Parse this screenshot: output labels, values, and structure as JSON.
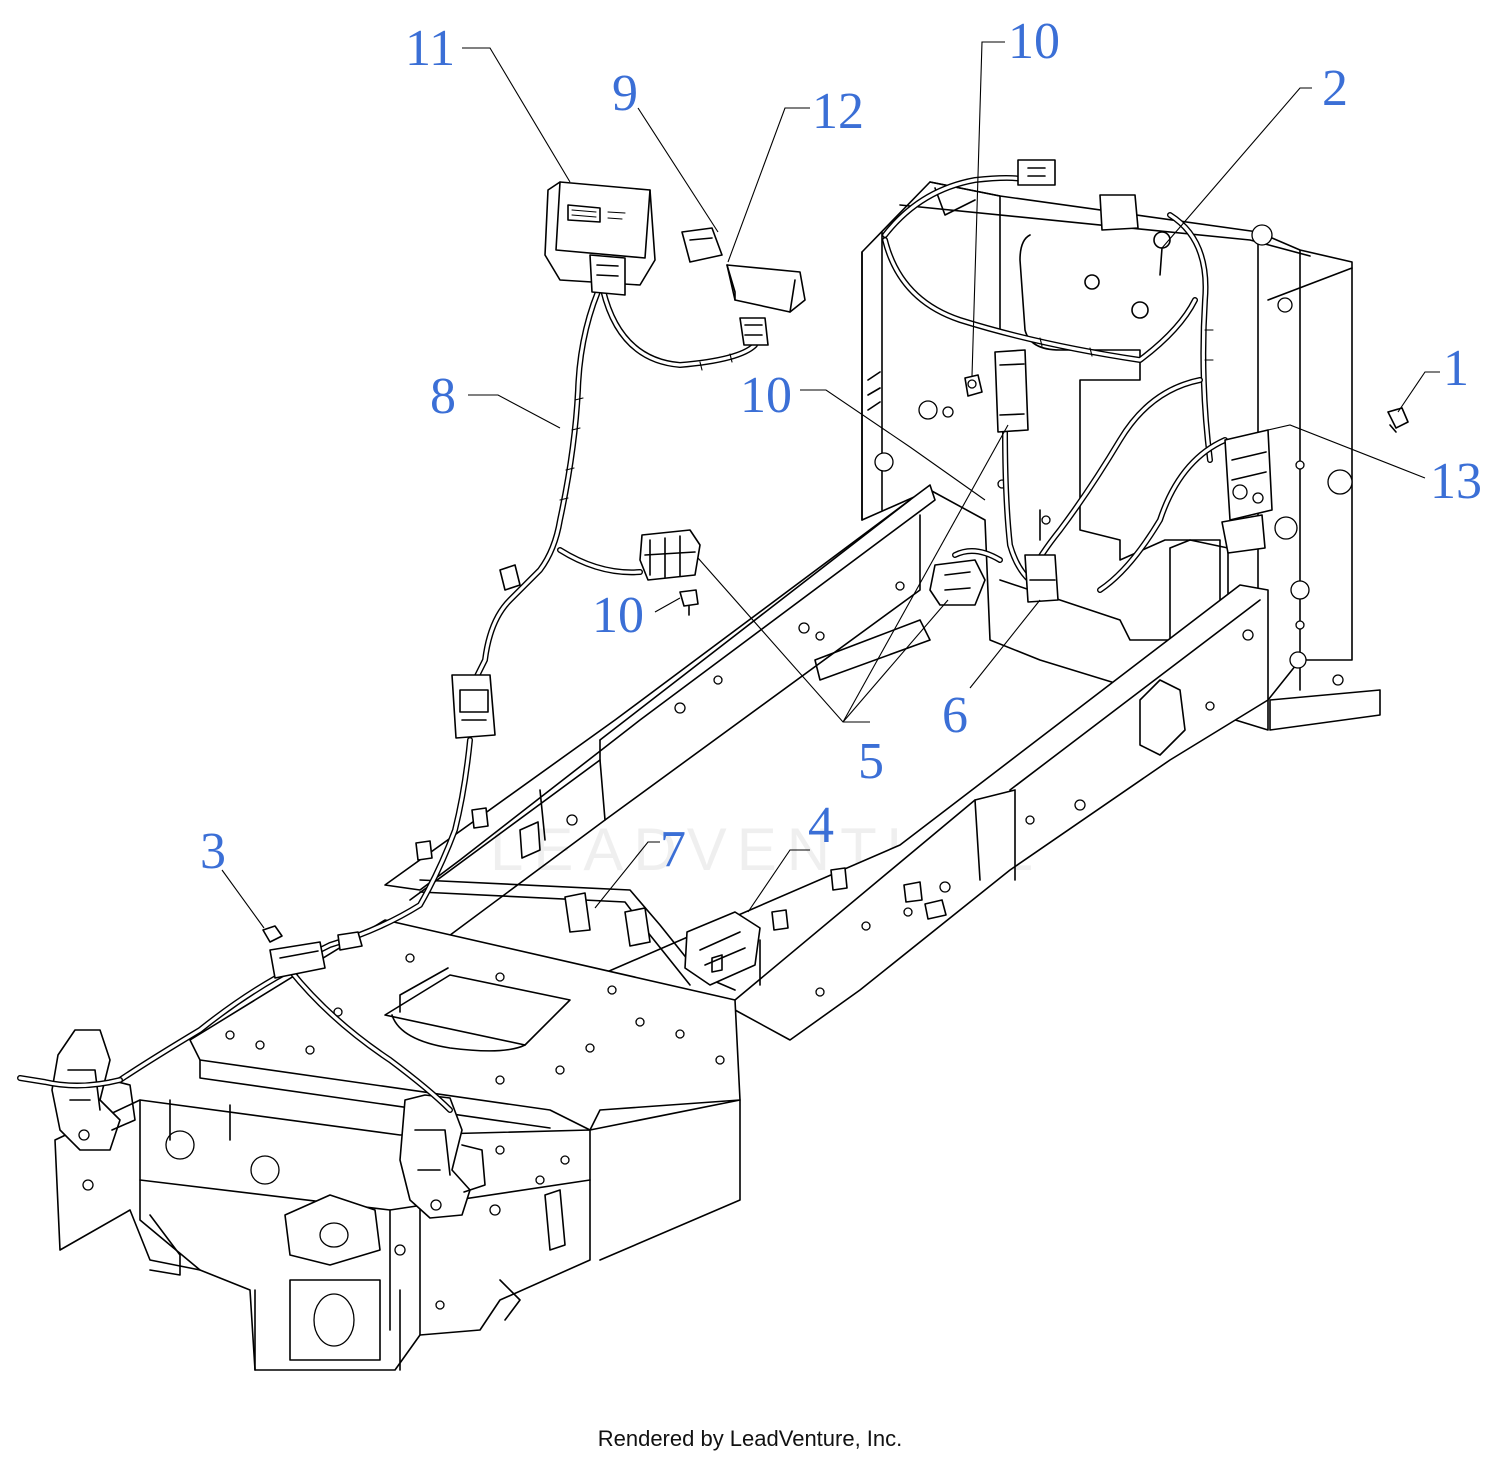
{
  "callouts": [
    {
      "id": "c11",
      "label": "11"
    },
    {
      "id": "c9",
      "label": "9"
    },
    {
      "id": "c12",
      "label": "12"
    },
    {
      "id": "c10a",
      "label": "10"
    },
    {
      "id": "c2",
      "label": "2"
    },
    {
      "id": "c1",
      "label": "1"
    },
    {
      "id": "c8",
      "label": "8"
    },
    {
      "id": "c10b",
      "label": "10"
    },
    {
      "id": "c13",
      "label": "13"
    },
    {
      "id": "c10c",
      "label": "10"
    },
    {
      "id": "c6",
      "label": "6"
    },
    {
      "id": "c5",
      "label": "5"
    },
    {
      "id": "c4",
      "label": "4"
    },
    {
      "id": "c3",
      "label": "3"
    },
    {
      "id": "c7",
      "label": "7"
    }
  ],
  "watermark": "LEADVENTURE",
  "footer": "Rendered by LeadVenture, Inc.",
  "colors": {
    "callout": "#3b6fd6",
    "line": "#000000",
    "background": "#ffffff"
  }
}
